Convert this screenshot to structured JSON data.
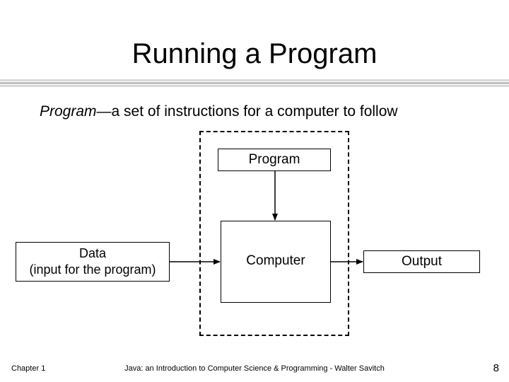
{
  "slide": {
    "title": "Running a Program",
    "subtitle_em": "Program",
    "subtitle_rest": "—a set of instructions for a computer to follow"
  },
  "diagram": {
    "program_label": "Program",
    "computer_label": "Computer",
    "data_line1": "Data",
    "data_line2": "(input for the program)",
    "output_label": "Output"
  },
  "footer": {
    "chapter": "Chapter 1",
    "book": "Java: an Introduction to Computer Science & Programming - Walter Savitch",
    "page": "8"
  }
}
